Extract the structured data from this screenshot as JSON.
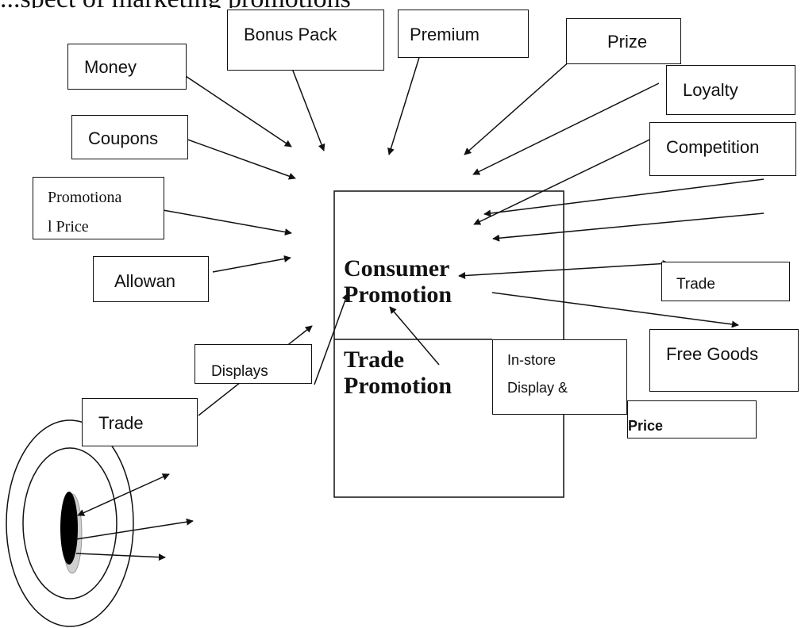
{
  "header_partial": "...spect of marketing promotions",
  "center": {
    "consumer_line1": "Consumer",
    "consumer_line2": "Promotion",
    "trade_line1": "Trade",
    "trade_line2": "Promotion"
  },
  "boxes": {
    "bonus_pack": "Bonus Pack",
    "premium": "Premium",
    "prize": "Prize",
    "money": "Money",
    "loyalty": "Loyalty",
    "coupons": "Coupons",
    "competition": "Competition",
    "promotional_price_line1": "Promotiona",
    "promotional_price_line2": "l Price",
    "allowance": "Allowan",
    "trade_right": "Trade",
    "free_goods": "Free Goods",
    "displays": "Displays",
    "instore_line1": "In-store",
    "instore_line2": "Display &",
    "price": "Price",
    "trade_left": "Trade"
  },
  "colors": {
    "stroke": "#111111",
    "background": "#ffffff"
  }
}
